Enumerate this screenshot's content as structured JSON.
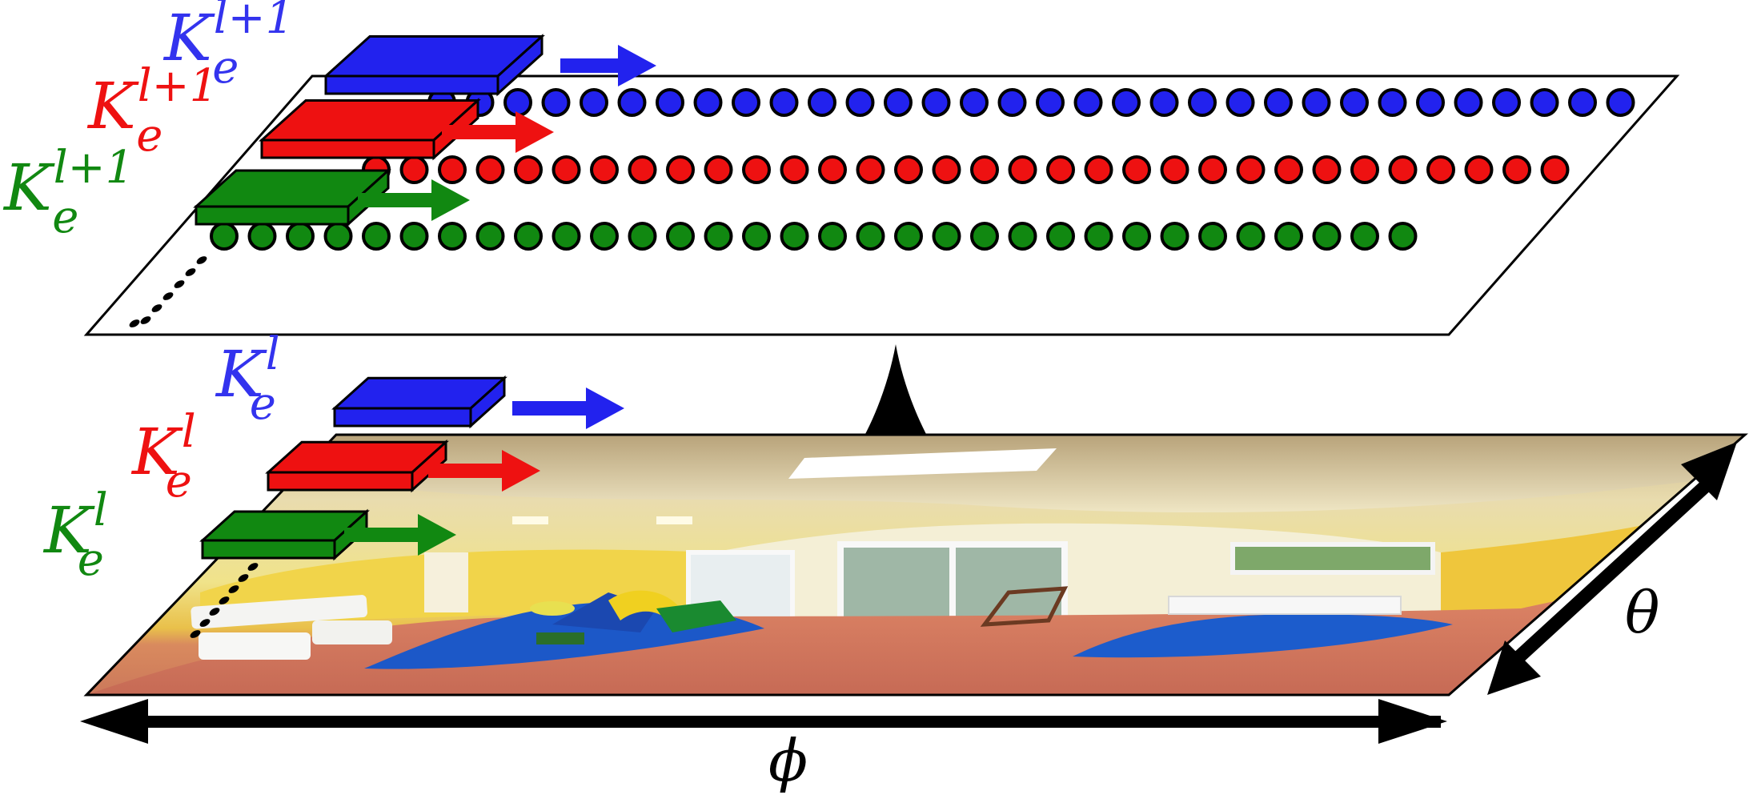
{
  "labels": {
    "kernels_next": [
      {
        "base": "K",
        "sub": "e",
        "sup": "l+1",
        "color": "#3333ee"
      },
      {
        "base": "K",
        "sub": "e",
        "sup": "l+1",
        "color": "#ee1111"
      },
      {
        "base": "K",
        "sub": "e",
        "sup": "l+1",
        "color": "#118811"
      }
    ],
    "kernels_current": [
      {
        "base": "K",
        "sub": "e",
        "sup": "l",
        "color": "#3333ee"
      },
      {
        "base": "K",
        "sub": "e",
        "sup": "l",
        "color": "#ee1111"
      },
      {
        "base": "K",
        "sub": "e",
        "sup": "l",
        "color": "#118811"
      }
    ],
    "phi": "ϕ",
    "theta": "θ"
  },
  "colors": {
    "blue": "#2222ee",
    "red": "#ee1111",
    "green": "#118811",
    "outline": "#000000"
  },
  "node_rows": {
    "blue_count": 32,
    "red_count": 32,
    "green_count": 32
  }
}
